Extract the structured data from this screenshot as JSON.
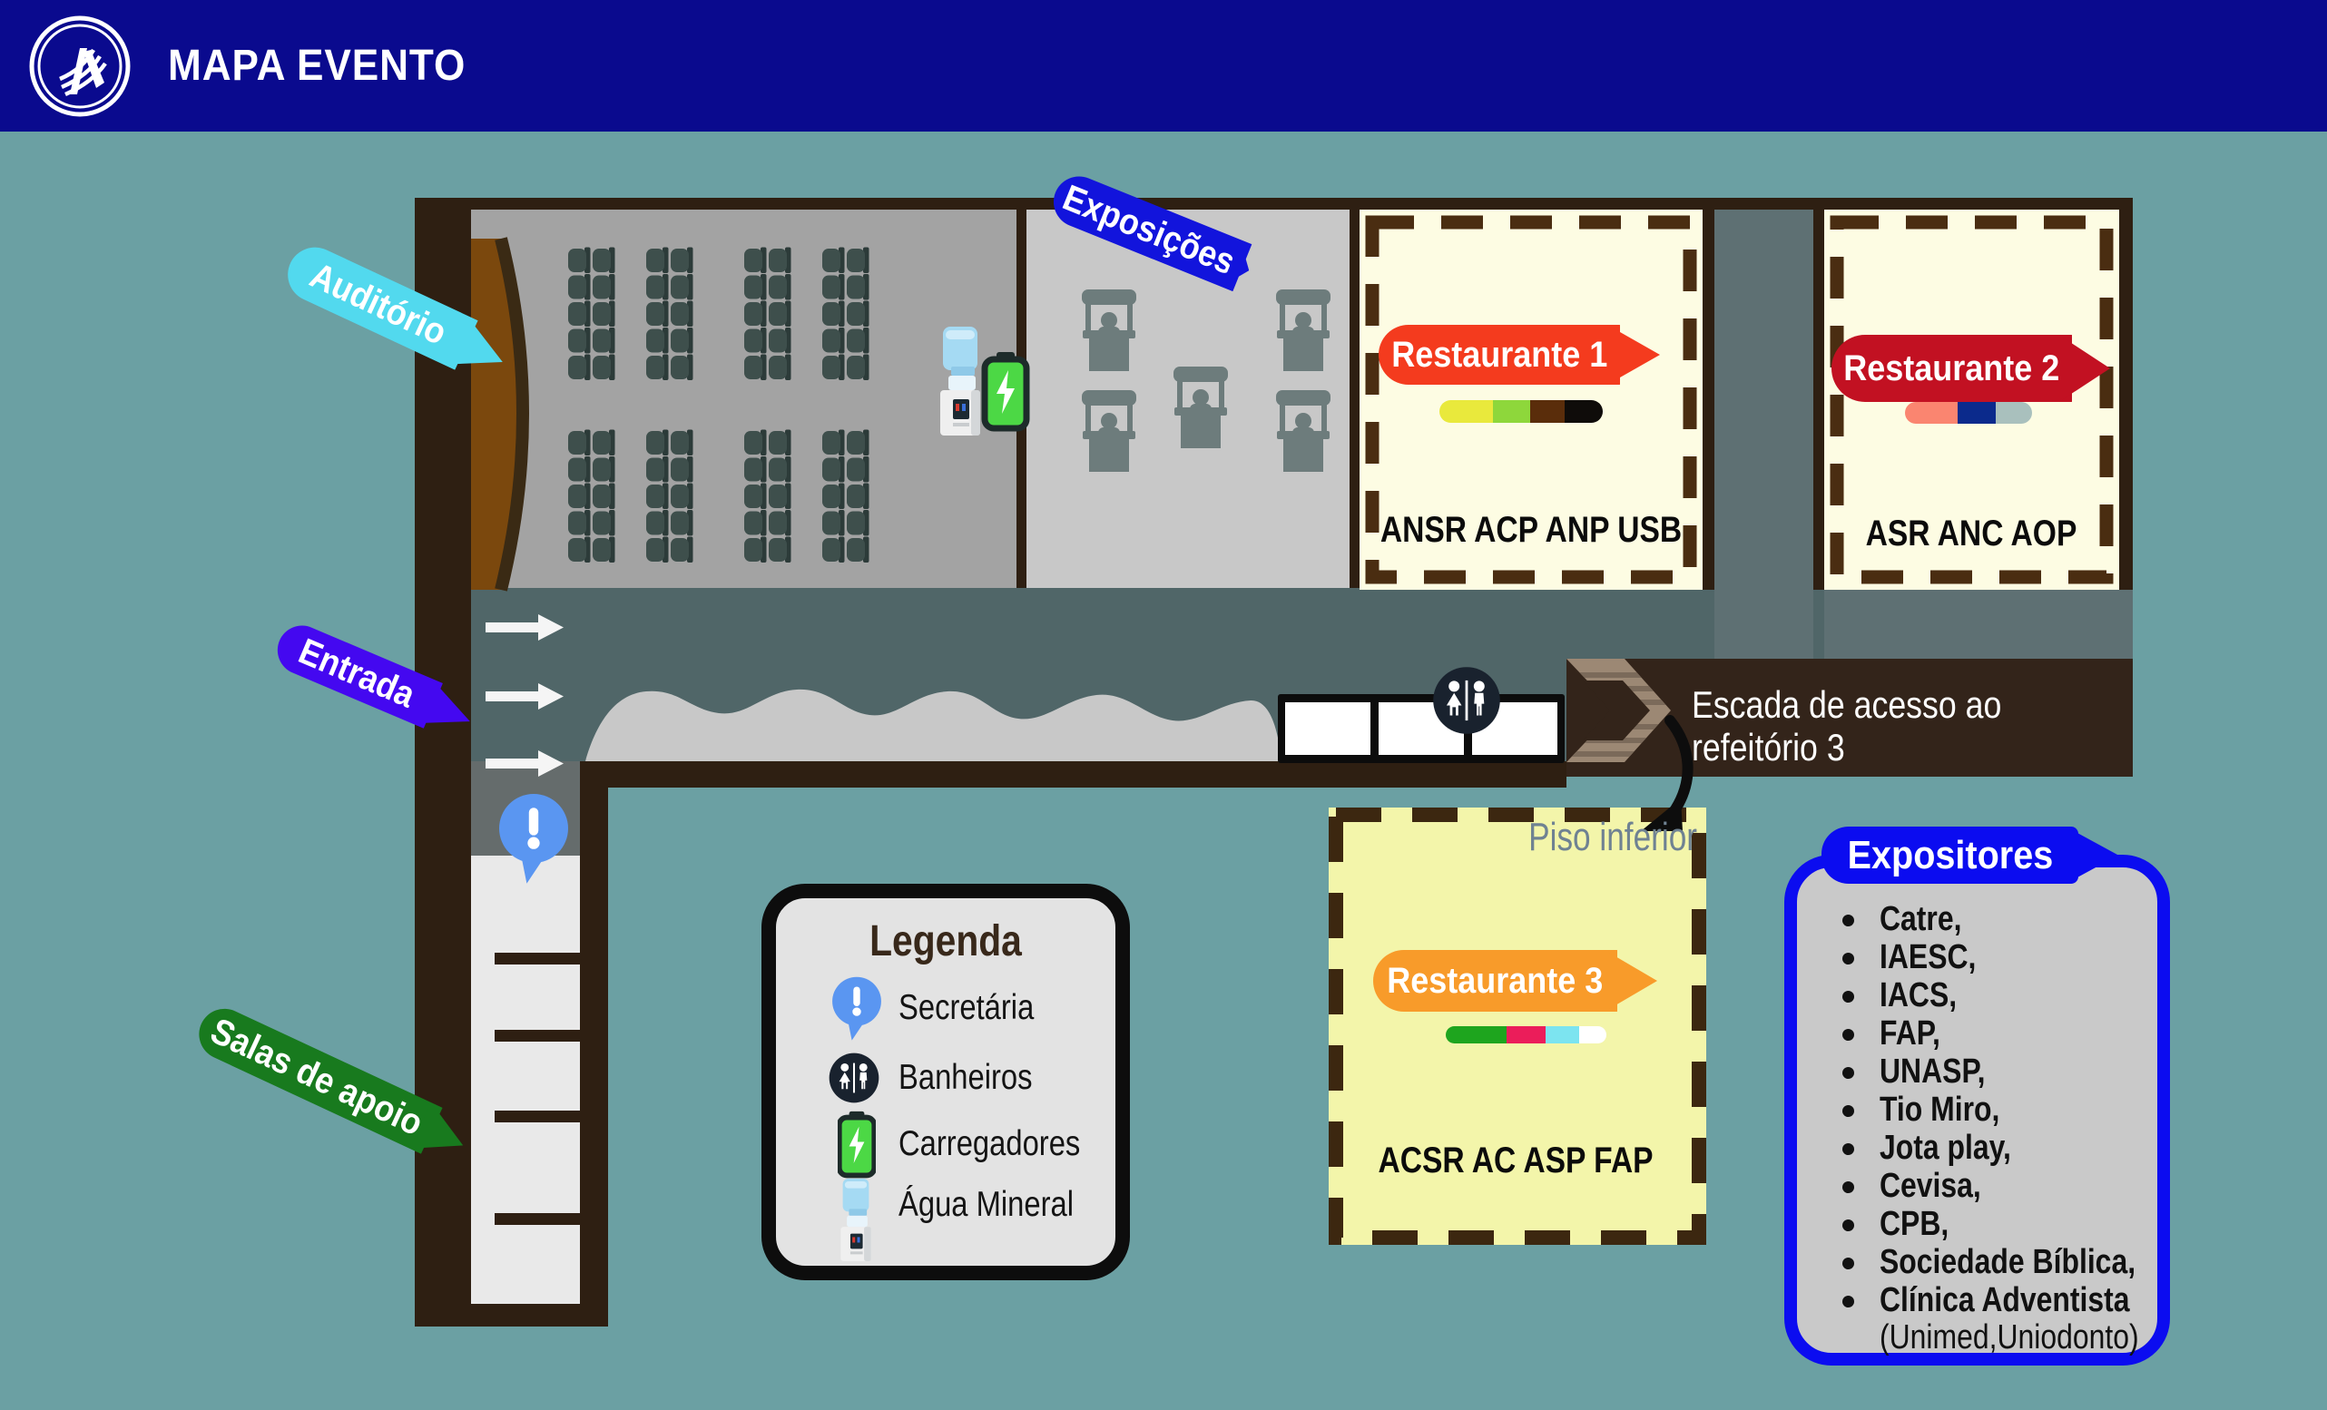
{
  "header": {
    "title": "MAPA EVENTO",
    "logo_icon": "adventist-church-logo-icon",
    "background": "#0a0a8e"
  },
  "background_color": "#6ba0a3",
  "area_labels": {
    "auditorio": {
      "label": "Auditório",
      "color": "#52d9ee"
    },
    "exposicoes": {
      "label": "Exposições",
      "color": "#1214dc"
    },
    "entrada": {
      "label": "Entrada",
      "color": "#4408f0"
    },
    "salas_apoio": {
      "label": "Salas de apoio",
      "color": "#187a1e"
    }
  },
  "restaurants": [
    {
      "name": "Restaurante 1",
      "color": "#f43b1e",
      "codes": "ANSR ACP ANP USB",
      "pill": [
        {
          "color": "#e9e93c",
          "w": 59
        },
        {
          "color": "#8ed73b",
          "w": 41
        },
        {
          "color": "#5a2d0b",
          "w": 38
        },
        {
          "color": "#0f0c0a",
          "w": 42
        }
      ]
    },
    {
      "name": "Restaurante 2",
      "color": "#c21122",
      "codes": "ASR ANC AOP",
      "pill": [
        {
          "color": "#fa8570",
          "w": 58
        },
        {
          "color": "#0b2a8c",
          "w": 42
        },
        {
          "color": "#a9c0bd",
          "w": 40
        }
      ]
    },
    {
      "name": "Restaurante 3",
      "color": "#f89b2a",
      "codes": "ACSR AC ASP FAP",
      "floor_note": "Piso inferior",
      "pill": [
        {
          "color": "#1ea51e",
          "w": 67
        },
        {
          "color": "#eb1d5a",
          "w": 43
        },
        {
          "color": "#7ce4f0",
          "w": 37
        },
        {
          "color": "#ffffff",
          "w": 30
        }
      ]
    }
  ],
  "stairs_note": {
    "line1": "Escada de acesso ao",
    "line2": "refeitório 3"
  },
  "legend": {
    "title": "Legenda",
    "items": [
      {
        "icon": "secretaria-pin-icon",
        "label": "Secretária"
      },
      {
        "icon": "restroom-icon",
        "label": "Banheiros"
      },
      {
        "icon": "battery-charger-icon",
        "label": "Carregadores"
      },
      {
        "icon": "water-dispenser-icon",
        "label": "Água Mineral"
      }
    ]
  },
  "expositores": {
    "title": "Expositores",
    "items": [
      "Catre,",
      "IAESC,",
      "IACS,",
      "FAP,",
      "UNASP,",
      "Tio Miro,",
      "Jota play,",
      "Cevisa,",
      "CPB,",
      "Sociedade Bíblica,",
      "Clínica Adventista"
    ],
    "footnote": "(Unimed,Uniodonto)"
  },
  "seating": {
    "block_rows": 2,
    "block_cols": 4,
    "rows_per_block": 5,
    "seats_per_row": 2
  },
  "booth_count": 5,
  "map_colors": {
    "wall": "#2e1f12",
    "stairs_band": "#33241a",
    "auditorium_floor": "#a3a3a3",
    "expo_floor": "#c8c8c8",
    "corridor": "#506668",
    "rooms": "#e9e9e9",
    "cream_box": "#fdfce3",
    "rest3_box": "#f3f5aa",
    "dash": "#4a2d11",
    "stage": "#7b480d",
    "seat": "#3e4f4c"
  }
}
